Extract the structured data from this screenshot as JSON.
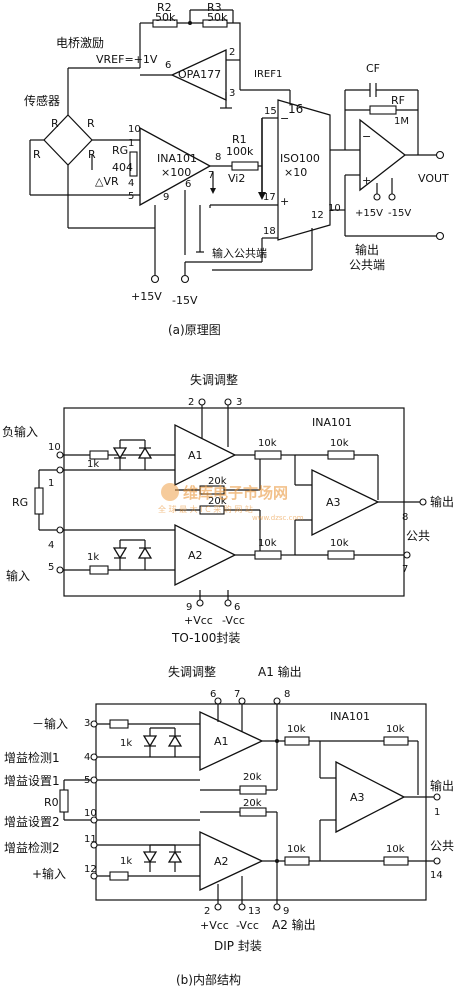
{
  "fig_a": {
    "caption": "(a)原理图",
    "bridge_excitation": "电桥激励",
    "vref": "VREF=+1V",
    "sensor": "传感器",
    "r2": "R2",
    "r2_val": "50k",
    "r3": "R3",
    "r3_val": "50k",
    "opa": "OPA177",
    "opa_pin6": "6",
    "opa_pin2": "2",
    "opa_pin3": "3",
    "iref": "IREF1",
    "iso_pin16": "16",
    "iso_pin15": "15",
    "iso_name": "ISO100",
    "iso_gain": "×10",
    "iso_pin17": "17",
    "iso_pin18": "18",
    "iso_pin12": "12",
    "iso_pin10": "10",
    "bridge_r_tl": "R",
    "bridge_r_tr": "R",
    "bridge_r_bl": "R",
    "bridge_r_br": "R",
    "delta_vr": "△VR",
    "rg": "RG",
    "rg_val": "404",
    "ina": "INA101",
    "ina_gain": "×100",
    "ina_pin10": "10",
    "ina_pin1": "1",
    "ina_pin4": "4",
    "ina_pin5": "5",
    "ina_pin8": "8",
    "ina_pin7": "7",
    "ina_pin6": "6",
    "ina_pin9": "9",
    "r1": "R1",
    "r1_val": "100k",
    "vi2": "Vi2",
    "input_common": "输入公共端",
    "plus15": "+15V",
    "minus15": "-15V",
    "cf": "CF",
    "rf": "RF",
    "one_m": "1M",
    "vout": "VOUT",
    "out_plus15": "+15V",
    "out_minus15": "-15V",
    "output_common_1": "输出",
    "output_common_2": "公共端"
  },
  "fig_b1": {
    "offset_adjust": "失调调整",
    "pin2": "2",
    "pin3": "3",
    "chip": "INA101",
    "neg_input": "负输入",
    "pin10": "10",
    "pin1": "1",
    "rg": "RG",
    "pin4": "4",
    "input": "输入",
    "pin5": "5",
    "r1k_top": "1k",
    "r1k_bot": "1k",
    "a1": "A1",
    "a2": "A2",
    "a3": "A3",
    "r20k_top": "20k",
    "r20k_bot": "20k",
    "r10k_a": "10k",
    "r10k_b": "10k",
    "r10k_c": "10k",
    "r10k_d": "10k",
    "output": "输出",
    "pin8": "8",
    "common": "公共",
    "pin7": "7",
    "pin9": "9",
    "pin6": "6",
    "vcc_pos": "+Vcc",
    "vcc_neg": "-Vcc",
    "package": "TO-100封装"
  },
  "fig_b2": {
    "offset_adjust": "失调调整",
    "a1_out": "A1 输出",
    "pin6": "6",
    "pin7": "7",
    "pin8": "8",
    "chip": "INA101",
    "neg_input": "－输入",
    "pin3": "3",
    "gain_sense1": "增益检测1",
    "pin4": "4",
    "gain_set1": "增益设置1",
    "pin5": "5",
    "ro": "R0",
    "gain_set2": "增益设置2",
    "pin10": "10",
    "gain_sense2": "增益检测2",
    "pin11": "11",
    "pos_input": "+输入",
    "pin12": "12",
    "r1k_top": "1k",
    "r1k_bot": "1k",
    "a1": "A1",
    "a2": "A2",
    "a3": "A3",
    "r20k_top": "20k",
    "r20k_bot": "20k",
    "r10k_a": "10k",
    "r10k_b": "10k",
    "r10k_c": "10k",
    "r10k_d": "10k",
    "output": "输出",
    "pin1": "1",
    "common": "公共",
    "pin14": "14",
    "pin2": "2",
    "pin13": "13",
    "pin9": "9",
    "vcc_pos": "+Vcc",
    "vcc_neg": "-Vcc",
    "a2_out": "A2 输出",
    "package": "DIP 封装"
  },
  "caption_b": "(b)内部结构",
  "watermark_1": "维库电子市场网",
  "watermark_2": "全 球 最 大 I C 采 购 网 站",
  "watermark_3": "www.dzsc.com"
}
